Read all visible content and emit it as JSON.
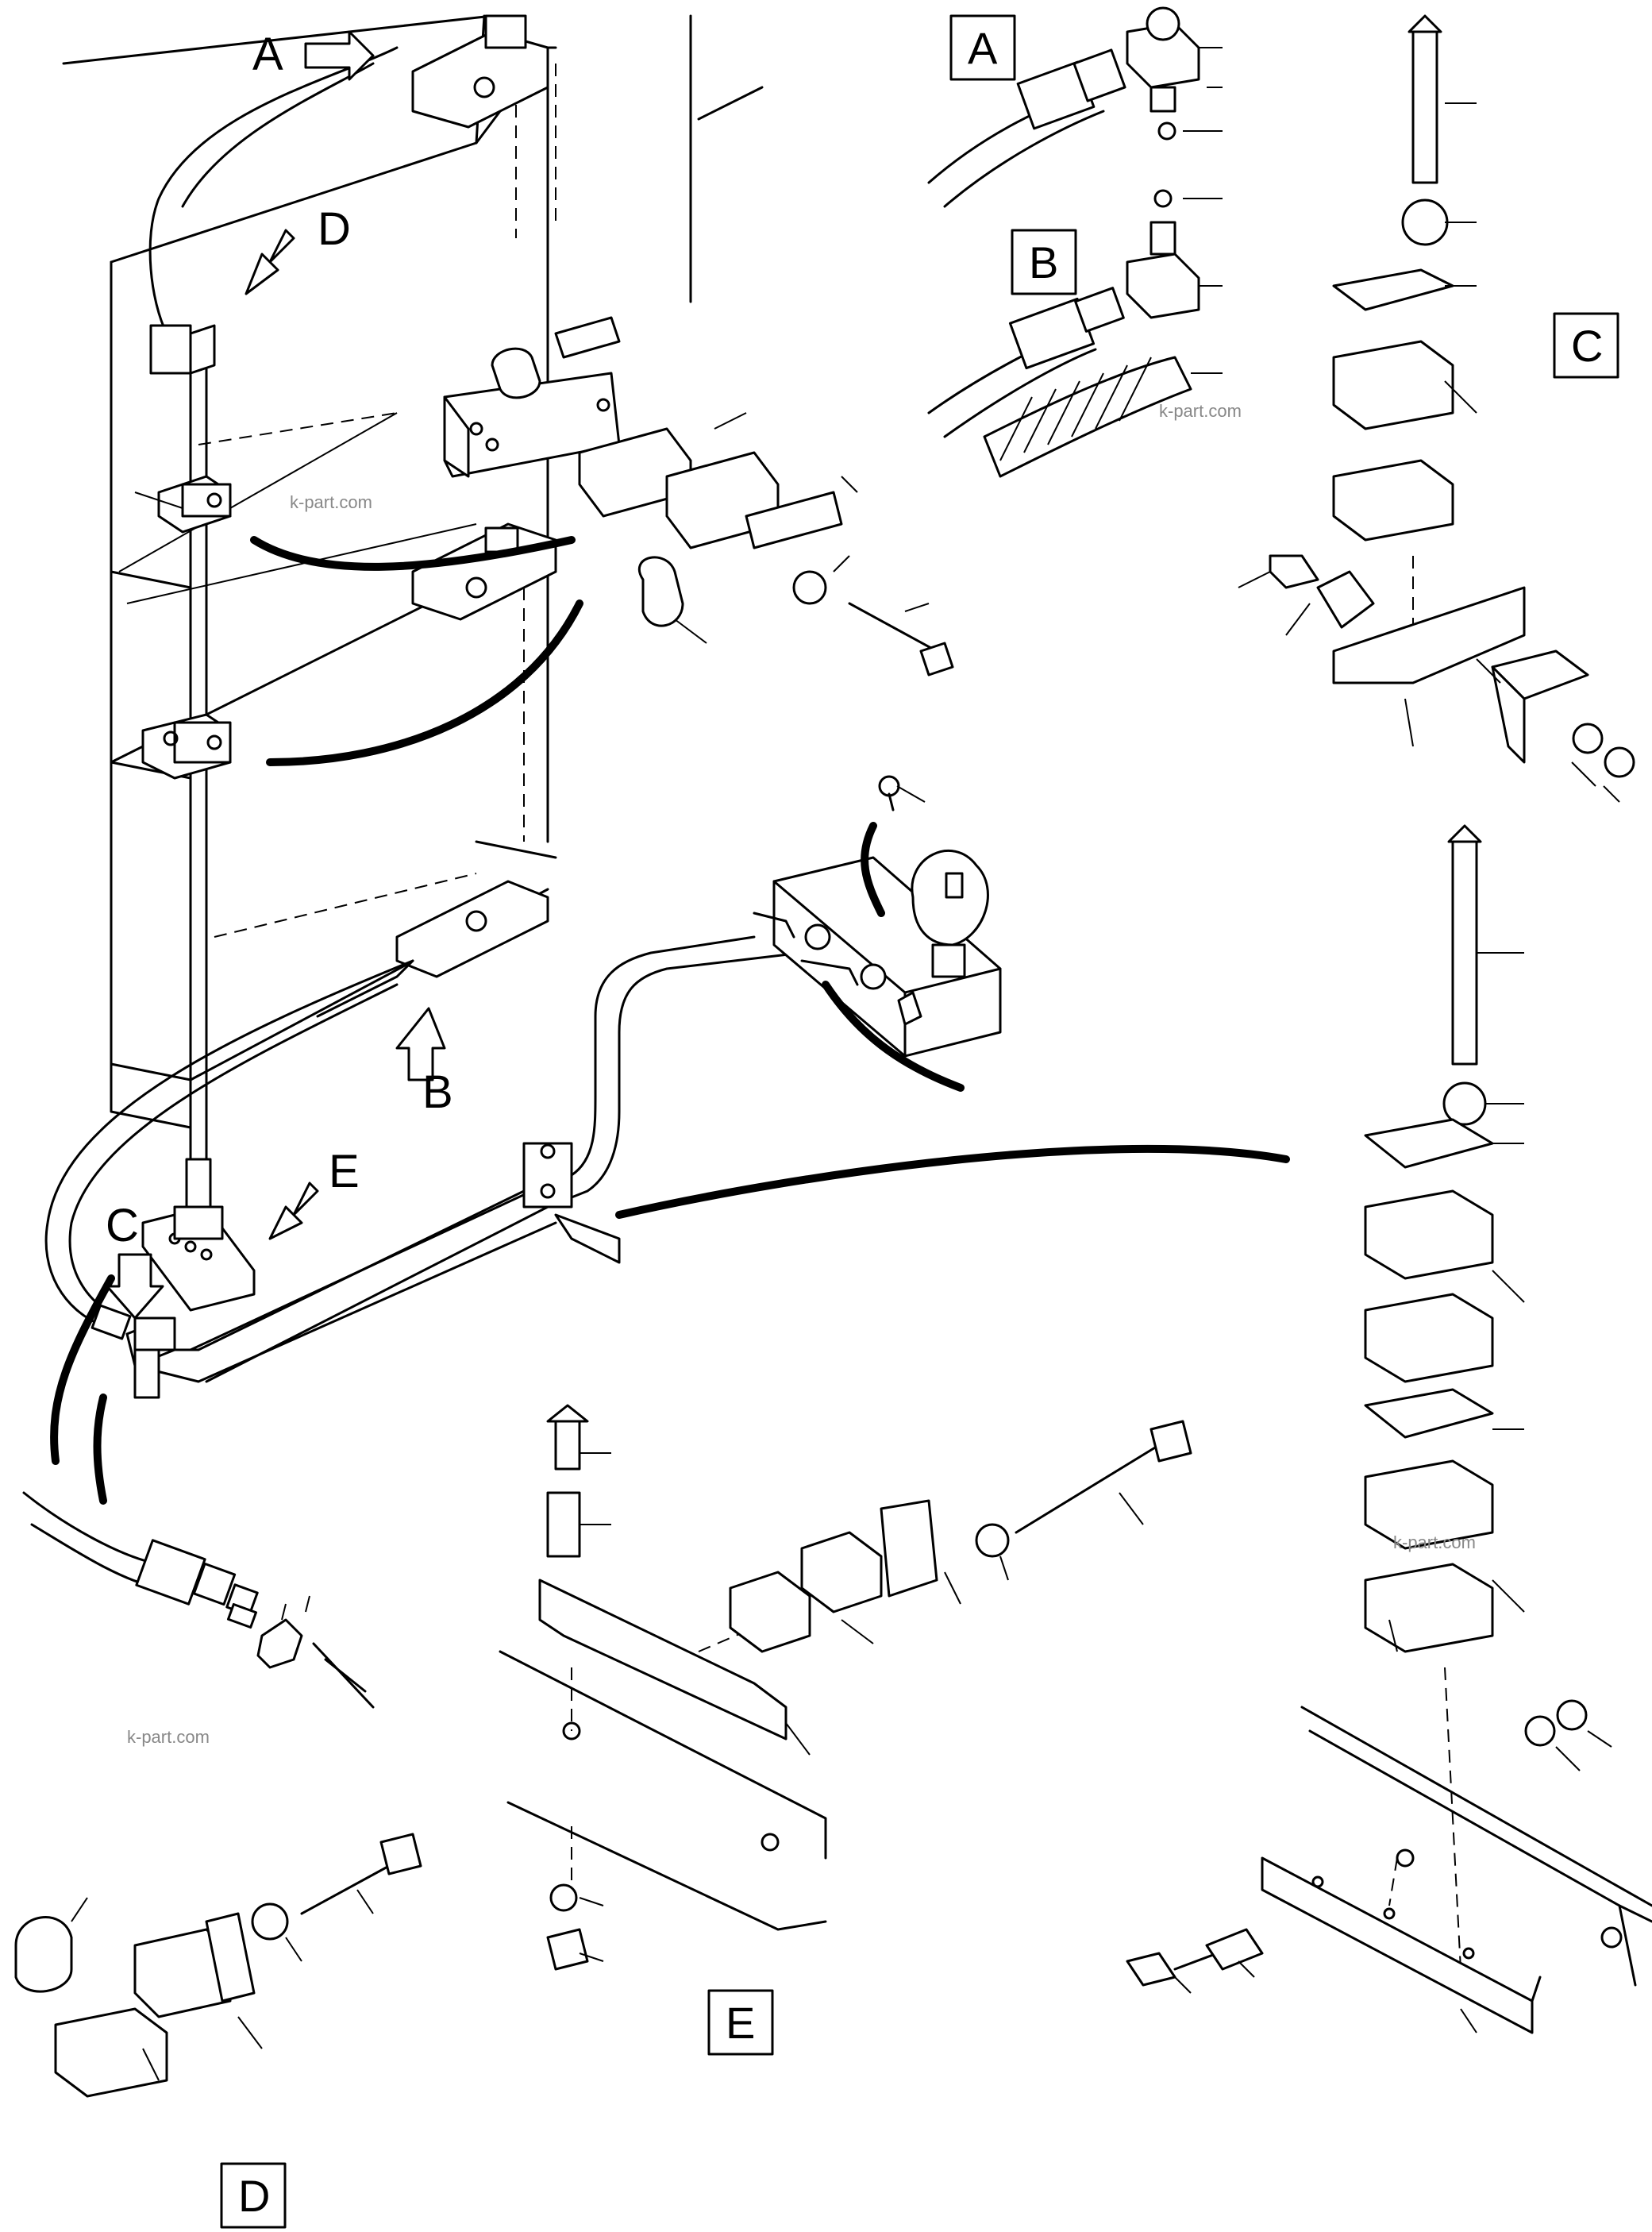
{
  "callouts": [
    {
      "id": "callout-A",
      "text": "A"
    },
    {
      "id": "callout-D",
      "text": "D"
    },
    {
      "id": "callout-B",
      "text": "B"
    },
    {
      "id": "callout-E",
      "text": "E"
    },
    {
      "id": "callout-C",
      "text": "C"
    }
  ],
  "detail_boxes": [
    {
      "id": "detail-box-A",
      "text": "A"
    },
    {
      "id": "detail-box-B",
      "text": "B"
    },
    {
      "id": "detail-box-C",
      "text": "C"
    },
    {
      "id": "detail-box-E",
      "text": "E"
    },
    {
      "id": "detail-box-D",
      "text": "D"
    }
  ],
  "watermarks": [
    "k-part.com",
    "k-part.com",
    "k-part.com",
    "k-part.com"
  ],
  "colors": {
    "line": "#000000",
    "background": "#ffffff",
    "watermark": "#888888"
  }
}
